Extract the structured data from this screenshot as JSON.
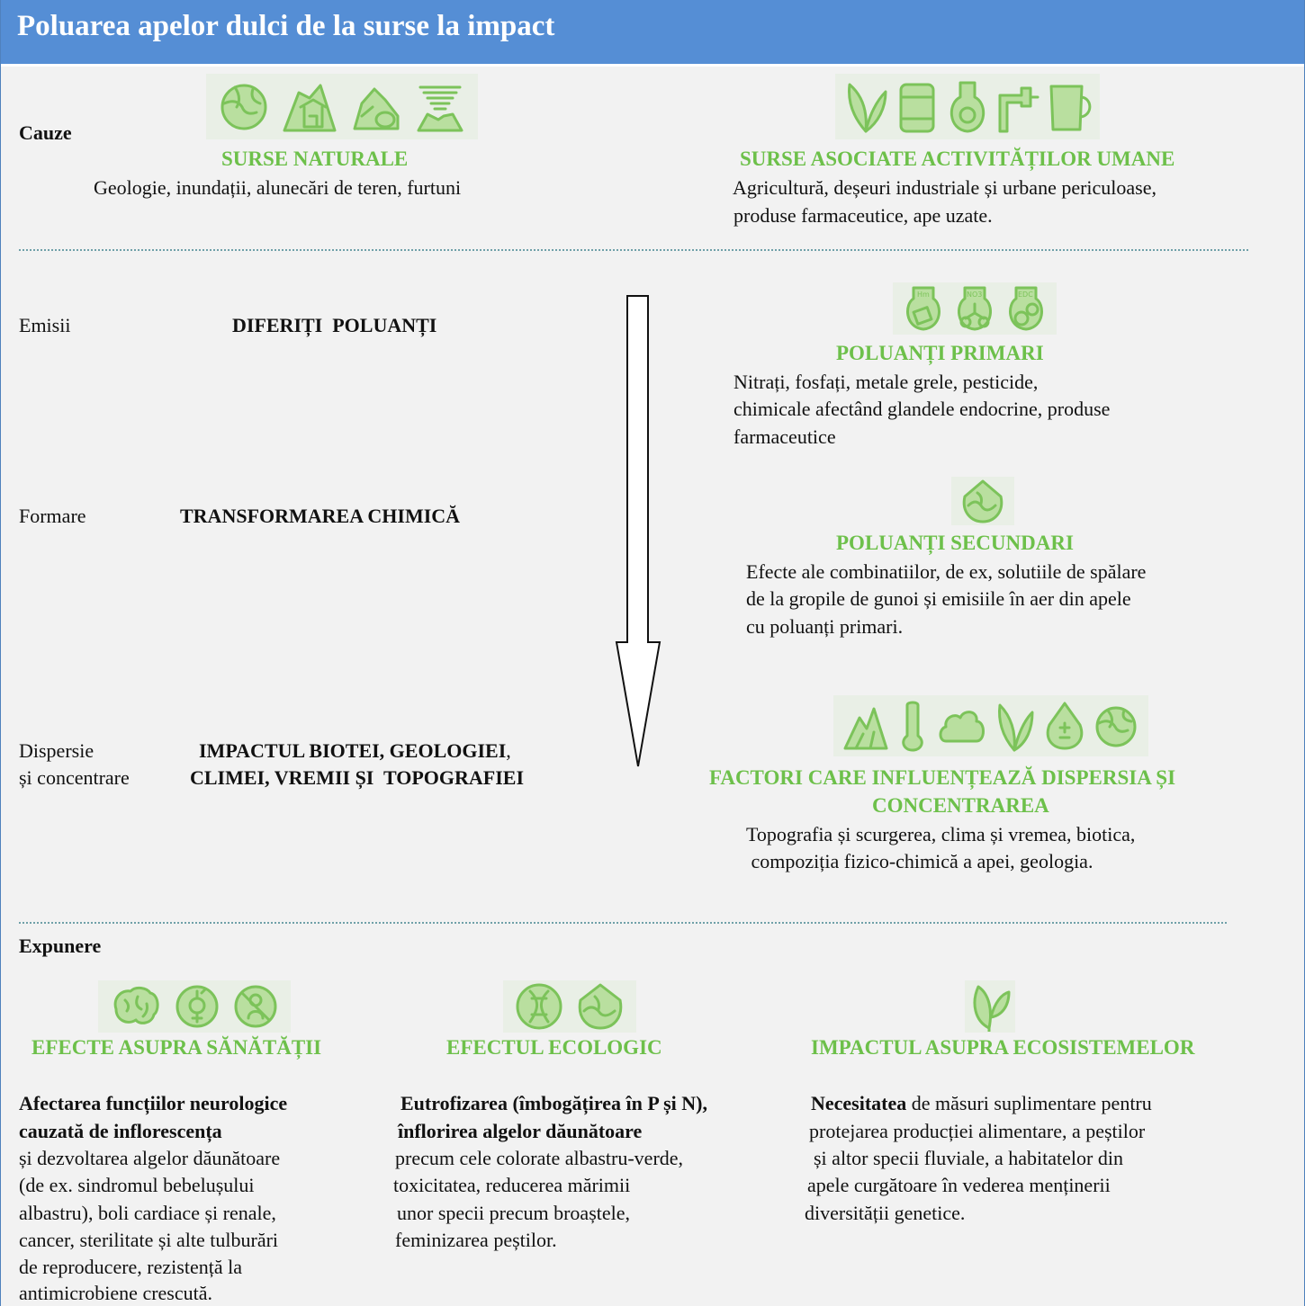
{
  "title": "Poluarea apelor dulci de la surse la impact",
  "causes": {
    "label": "Cauze",
    "natural": {
      "heading": "SURSE NATURALE",
      "text": "Geologie, inundații, alunecări de teren, furtuni",
      "icons": [
        "globe-icon",
        "house-icon",
        "landslide-rocks-icon",
        "tornado-icon"
      ]
    },
    "human": {
      "heading": "SURSE ASOCIATE ACTIVITĂȚILOR UMANE",
      "lines": [
        "Agricultură, deșeuri industriale și urbane periculoase,",
        "produse farmaceutice, ape uzate."
      ],
      "icons": [
        "plant-icon",
        "barrel-icon",
        "hazard-flask-icon",
        "faucet-icon",
        "cup-icon"
      ]
    }
  },
  "emissions": {
    "label": "Emisii",
    "center": "DIFERIȚI  POLUANȚI",
    "heading": "POLUANȚI PRIMARI",
    "icon_badges": [
      "Hm",
      "NO3",
      "EDC"
    ],
    "lines": [
      "Nitrați, fosfați, metale grele, pesticide,",
      "chimicale afectând glandele endocrine, produse",
      "farmaceutice"
    ]
  },
  "formation": {
    "label": "Formare",
    "center": "TRANSFORMAREA CHIMICĂ",
    "heading": "POLUANȚI SECUNDARI",
    "icons": [
      "water-drop-cycle-icon"
    ],
    "lines": [
      "Efecte ale combinatiilor, de ex, solutiile de spălare",
      "de la gropile de gunoi și emisiile în aer din apele",
      "cu poluanți primari."
    ]
  },
  "dispersion": {
    "label_lines": [
      "Dispersie",
      "și concentrare"
    ],
    "center_lines": [
      "IMPACTUL BIOTEI, GEOLOGIEI",
      ",",
      "CLIMEI, VREMII ȘI  TOPOGRAFIEI"
    ],
    "heading_lines": [
      "FACTORI CARE INFLUENȚEAZĂ DISPERSIA ȘI",
      "CONCENTRAREA"
    ],
    "icons": [
      "mountains-icon",
      "thermometer-icon",
      "cloud-icon",
      "plant-icon",
      "water-drop-plus-minus-icon",
      "globe-icon"
    ],
    "lines": [
      "Topografia și scurgerea, clima și vremea, biotica,",
      " compoziția fizico-chimică a apei, geologia."
    ]
  },
  "exposure": {
    "label": "Expunere",
    "health": {
      "heading": "EFECTE ASUPRA SĂNĂTĂȚII",
      "icons": [
        "brain-icon",
        "gender-icon",
        "no-baby-icon"
      ],
      "bold_lines": [
        "Afectarea funcțiilor neurologice",
        "cauzată de inflorescența"
      ],
      "lines": [
        "și dezvoltarea algelor dăunătoare",
        "(de ex. sindromul bebelușului",
        "albastru), boli cardiace și renale,",
        "cancer, sterilitate și alte tulburări",
        "de reproducere, rezistență la",
        "antimicrobiene crescută."
      ]
    },
    "ecological": {
      "heading": "EFECTUL ECOLOGIC",
      "icons": [
        "dna-icon",
        "water-drop-cycle-icon"
      ],
      "bold_lines": [
        "Eutrofizarea (îmbogățirea în P și N),",
        "înflorirea algelor dăunătoare"
      ],
      "lines": [
        "precum cele colorate albastru-verde,",
        "toxicitatea, reducerea mărimii",
        "unor specii precum broaștele,",
        "feminizarea peștilor."
      ]
    },
    "ecosystem": {
      "heading": "IMPACTUL ASUPRA ECOSISTEMELOR",
      "icons": [
        "leaf-icon"
      ],
      "bold_word": "Necesitatea",
      "first_line_rest": " de măsuri suplimentare pentru",
      "lines": [
        "protejarea producției alimentare, a peștilor",
        "și altor specii fluviale, a habitatelor din",
        "apele curgătoare în vederea menținerii",
        "diversității genetice."
      ]
    }
  },
  "colors": {
    "header": "#558ed5",
    "accent_green": "#6dc04a",
    "background": "#f2f2f2"
  }
}
